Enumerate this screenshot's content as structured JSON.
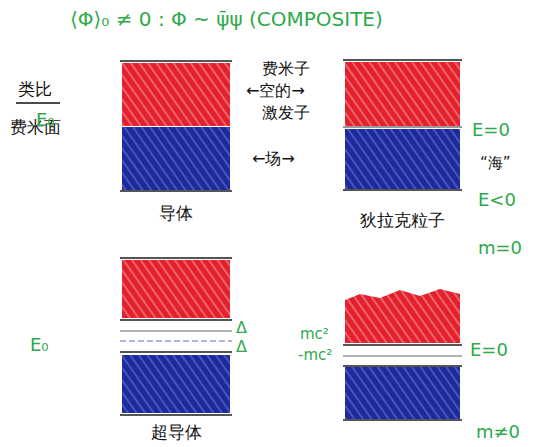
{
  "diagram": {
    "nodes": [
      {
        "text": [
          "导体"
        ]
      },
      {
        "text": [
          "狄拉克粒子"
        ]
      },
      {
        "text": [
          "超导体"
        ]
      }
    ],
    "labels": [
      "⟨Φ⟩₀ ≠ 0 : Φ ~ ψ̄ψ (COMPOSITE)",
      "类比",
      "费米面",
      "E₀",
      "费米子",
      "←空的→",
      "激发子",
      "←场→",
      "E=0",
      "“海”",
      "E<0",
      "m=0",
      "E₀",
      "Δ",
      "Δ",
      "mc²",
      "-mc²",
      "E=0",
      "m≠0"
    ]
  }
}
